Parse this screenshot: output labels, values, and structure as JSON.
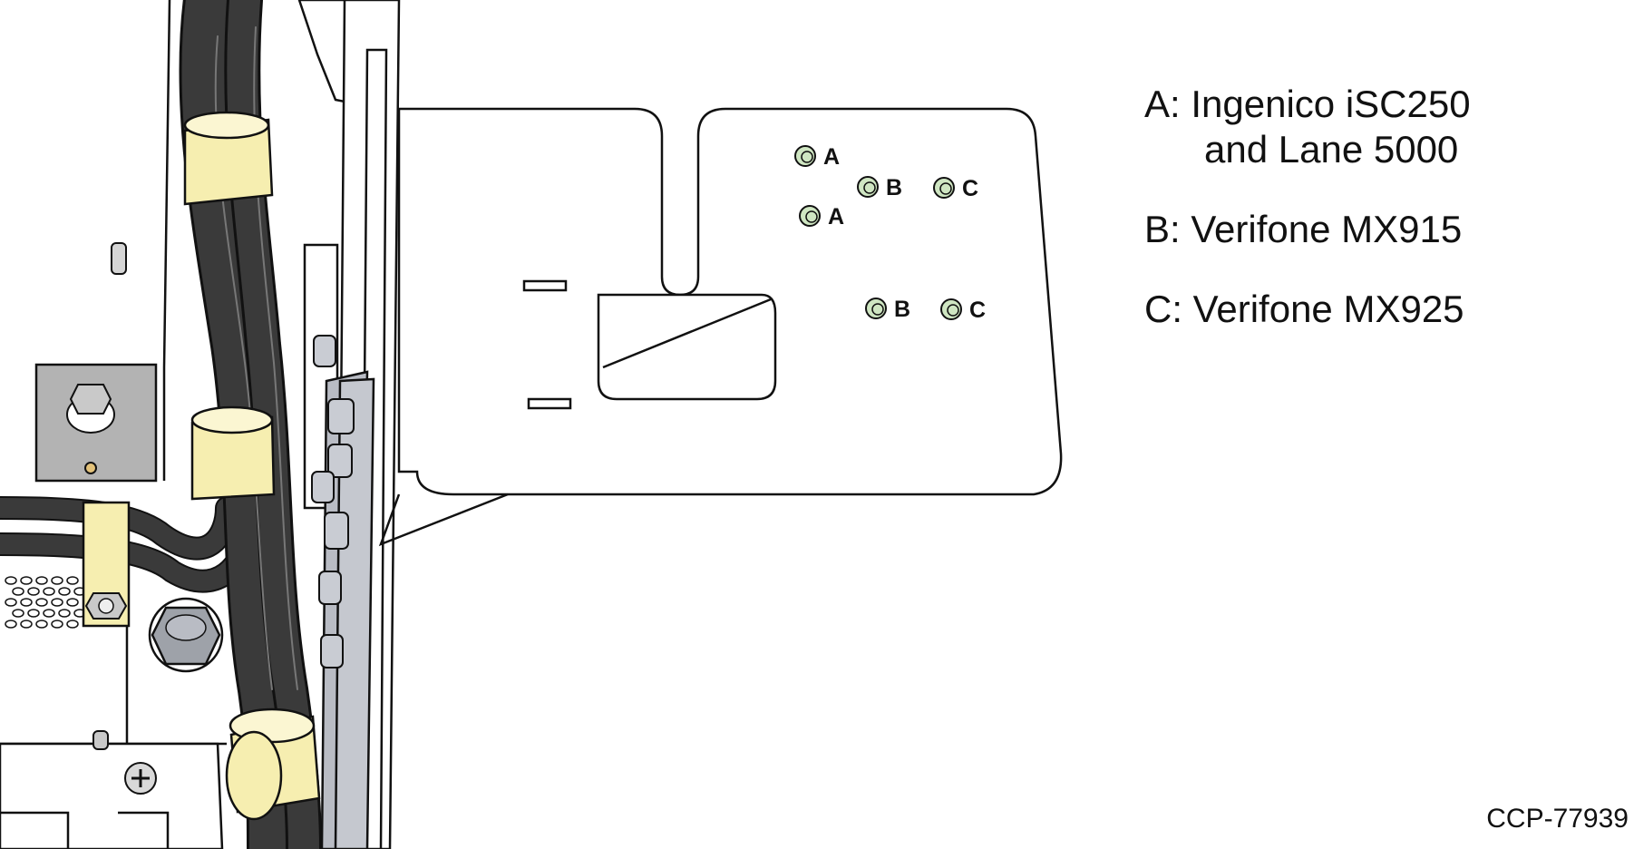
{
  "legend": {
    "a_line1": "A: Ingenico iSC250",
    "a_line2": "and Lane 5000",
    "b": "B: Verifone MX915",
    "c": "C: Verifone MX925"
  },
  "hole_labels": {
    "a": "A",
    "b": "B",
    "c": "C"
  },
  "figure_code": "CCP-77939",
  "colors": {
    "strap": "#f6eeb0",
    "cable": "#3a3a3a",
    "hardware": "#b9bcc4",
    "hole": "#cfe6c2"
  }
}
